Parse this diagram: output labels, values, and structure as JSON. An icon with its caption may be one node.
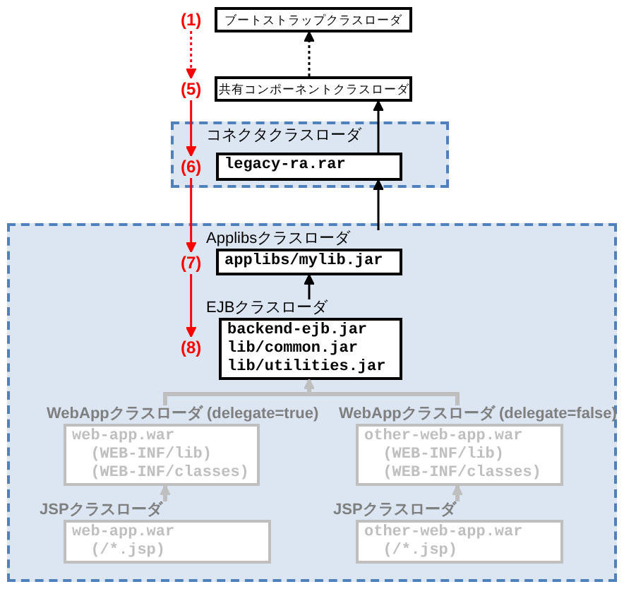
{
  "diagram": {
    "nodes": [
      {
        "text": [
          "(1)"
        ]
      },
      {
        "text": [
          "ブートストラップクラスローダ"
        ]
      },
      {
        "text": [
          "(5)"
        ]
      },
      {
        "text": [
          "共有コンポーネントクラスローダ"
        ]
      },
      {
        "text": [
          "コネクタクラスローダ"
        ]
      },
      {
        "text": [
          "(6)"
        ],
        "in": 4
      },
      {
        "text": [
          "legacy-ra.rar"
        ],
        "in": 4
      },
      {
        "text": [],
        "shape": "box"
      },
      {
        "text": [
          "(7)"
        ],
        "in": 7
      },
      {
        "text": [
          "Applibsクラスローダ",
          "applibs/mylib.jar"
        ],
        "in": 7
      },
      {
        "text": [
          "(8)"
        ],
        "in": 7
      },
      {
        "text": [
          "EJBクラスローダ",
          "backend-ejb.jar",
          "lib/common.jar",
          "lib/utilities.jar"
        ],
        "in": 7
      },
      {
        "text": [
          "WebAppクラスローダ (delegate=true)",
          "web-app.war",
          "(WEB-INF/lib)",
          "(WEB-INF/classes)"
        ],
        "in": 7
      },
      {
        "text": [
          "WebAppクラスローダ (delegate=false)",
          "other-web-app.war",
          "(WEB-INF/lib)",
          "(WEB-INF/classes)"
        ],
        "in": 7
      },
      {
        "text": [
          "JSPクラスローダ",
          "web-app.war",
          "(/*.jsp)"
        ],
        "in": 7
      },
      {
        "text": [
          "JSPクラスローダ",
          "other-web-app.war",
          "(/*.jsp)"
        ],
        "in": 7
      }
    ],
    "edges": [
      {
        "from": 0,
        "to": 2,
        "arrow": "to",
        "style": "dashed",
        "color": "#ff0000"
      },
      {
        "from": 2,
        "to": 5,
        "arrow": "to",
        "color": "#ff0000"
      },
      {
        "from": 5,
        "to": 8,
        "arrow": "to",
        "color": "#ff0000"
      },
      {
        "from": 8,
        "to": 10,
        "arrow": "to",
        "color": "#ff0000"
      },
      {
        "from": 3,
        "to": 1,
        "arrow": "to",
        "style": "dashed",
        "color": "#000000"
      },
      {
        "from": 6,
        "to": 3,
        "arrow": "to",
        "color": "#000000"
      },
      {
        "from": 9,
        "to": 6,
        "arrow": "to",
        "color": "#000000"
      },
      {
        "from": 11,
        "to": 9,
        "arrow": "to",
        "color": "#000000"
      },
      {
        "from": 12,
        "to": 11,
        "arrow": "to",
        "style": "thick",
        "color": "#bfbfbf"
      },
      {
        "from": 13,
        "to": 11,
        "arrow": "to",
        "style": "thick",
        "color": "#bfbfbf"
      },
      {
        "from": 14,
        "to": 12,
        "arrow": "to",
        "style": "thick",
        "color": "#bfbfbf"
      },
      {
        "from": 15,
        "to": 13,
        "arrow": "to",
        "style": "thick",
        "color": "#bfbfbf"
      }
    ]
  }
}
